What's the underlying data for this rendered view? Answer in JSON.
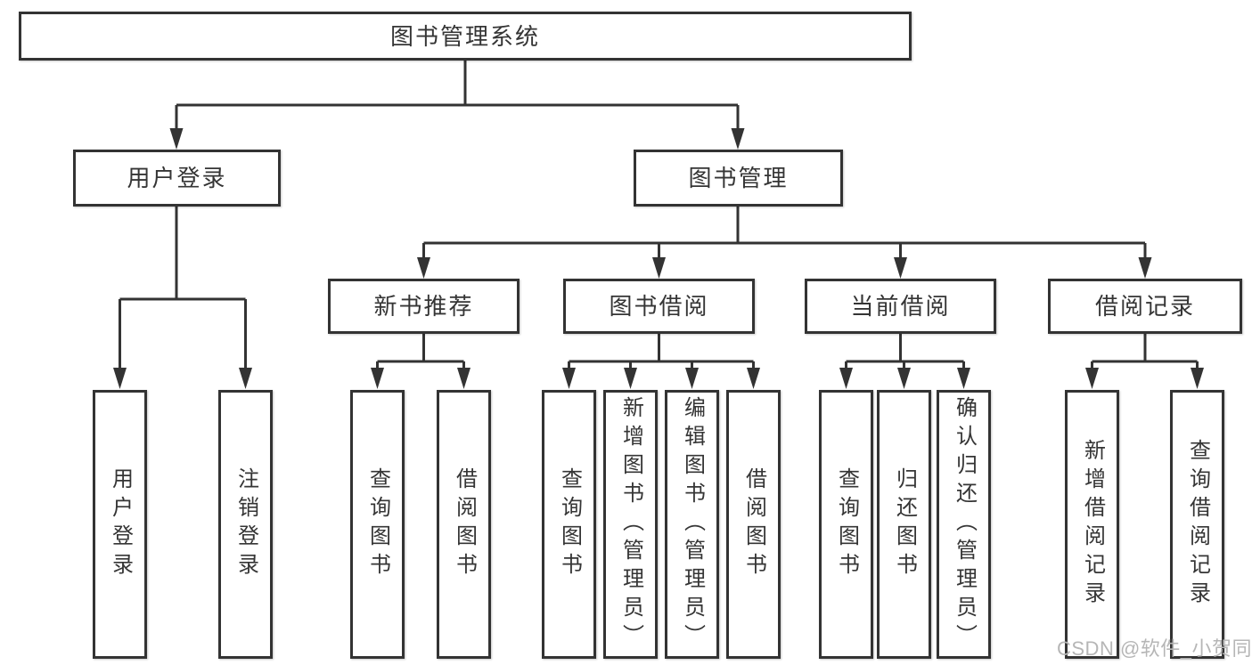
{
  "diagram": {
    "title": "图书管理系统",
    "root": {
      "label": "图书管理系统"
    },
    "level2": [
      {
        "label": "用户登录"
      },
      {
        "label": "图书管理"
      }
    ],
    "level3": [
      {
        "label": "新书推荐"
      },
      {
        "label": "图书借阅"
      },
      {
        "label": "当前借阅"
      },
      {
        "label": "借阅记录"
      }
    ],
    "leaves": {
      "user_login": [
        "用户登录",
        "注销登录"
      ],
      "new_book": [
        "查询图书",
        "借阅图书"
      ],
      "book_borrow": [
        "查询图书",
        "新增图书（管理员）",
        "编辑图书（管理员）",
        "借阅图书"
      ],
      "current_borrow": [
        "查询图书",
        "归还图书",
        "确认归还（管理员）"
      ],
      "borrow_record": [
        "新增借阅记录",
        "查询借阅记录"
      ]
    }
  },
  "watermark": {
    "text": "CSDN @软件_小贺同学"
  },
  "colors": {
    "line": "#333333",
    "box_border": "#333333",
    "text": "#353535",
    "watermark": "#b6b6b6",
    "background": "#ffffff"
  }
}
